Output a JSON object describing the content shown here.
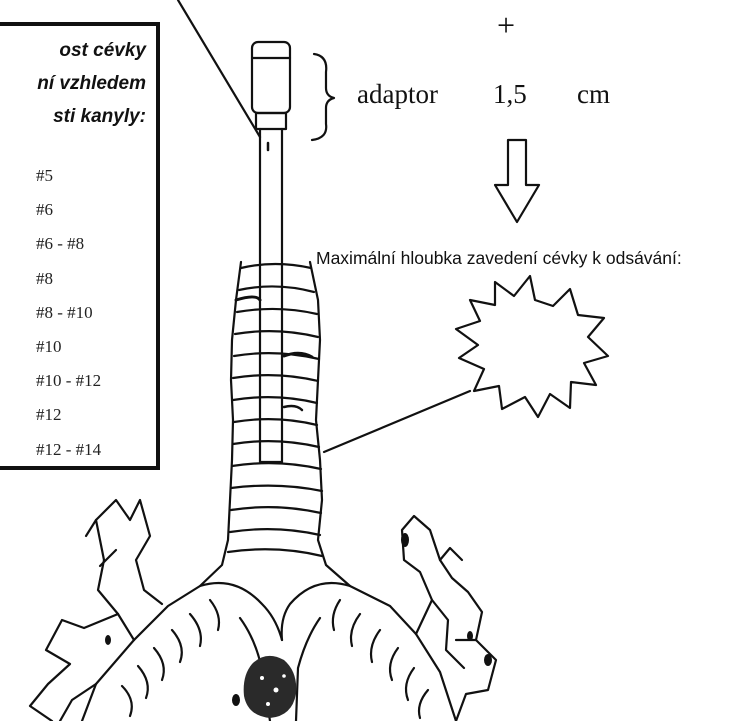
{
  "box": {
    "title_lines": [
      "ost cévky",
      "ní vzhledem",
      "sti kanyly:"
    ],
    "sizes": [
      "#5",
      "#6",
      "#6 - #8",
      "#8",
      "#8 - #10",
      "#10",
      "#10 - #12",
      "#12",
      "#12 - #14"
    ]
  },
  "labels": {
    "plus": "+",
    "adaptor": "adaptor",
    "length_value": "1,5",
    "length_unit": "cm",
    "max_depth": "Maximální hloubka zavedení cévky k odsávání:"
  }
}
